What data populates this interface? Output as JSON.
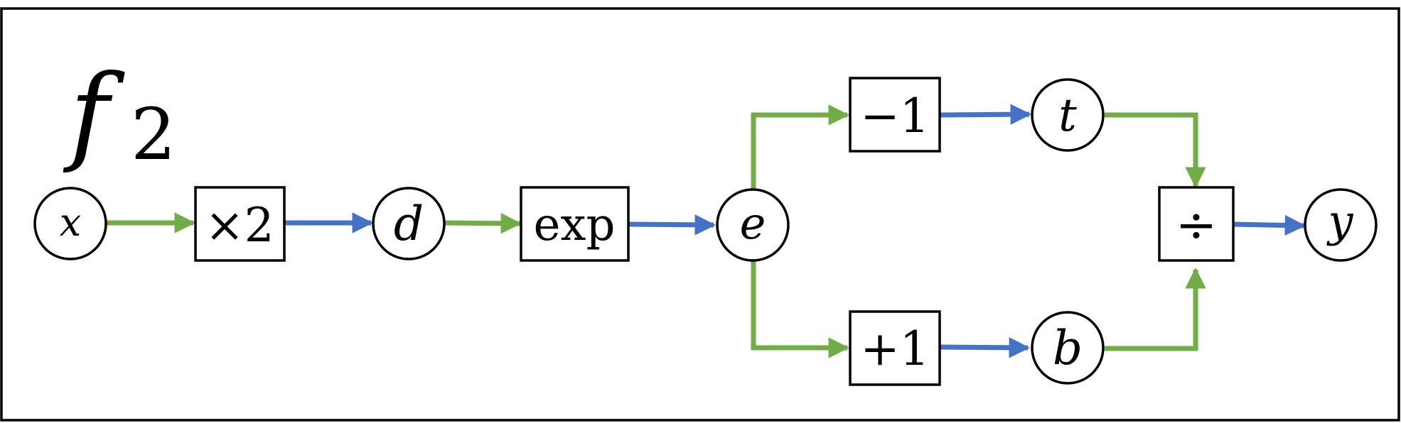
{
  "title": {
    "main": "f",
    "subscript": "2"
  },
  "colors": {
    "frame": "#000000",
    "green_edge": "#70ad47",
    "blue_edge": "#4472c4",
    "node_stroke": "#000000"
  },
  "nodes": {
    "x": "x",
    "times2": "×2",
    "d": "d",
    "exp": "exp",
    "e": "e",
    "minus1": "−1",
    "plus1": "+1",
    "t": "t",
    "b": "b",
    "divide": "÷",
    "y": "y"
  }
}
